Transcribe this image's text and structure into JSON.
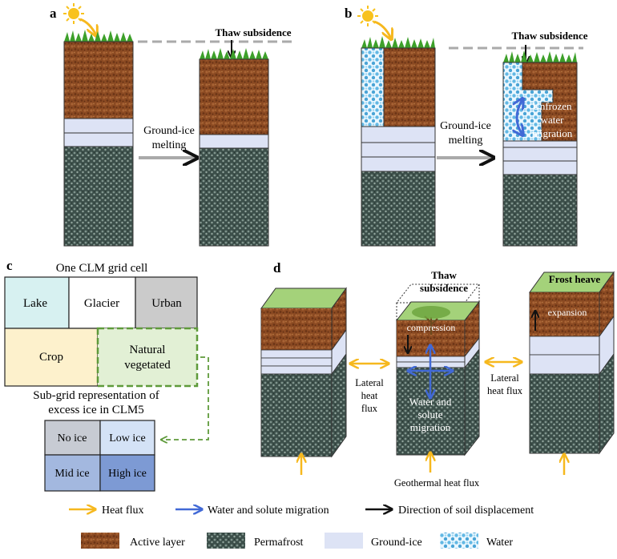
{
  "panels": {
    "a": {
      "letter": "a",
      "thaw_label": "Thaw subsidence",
      "process_line1": "Ground-ice",
      "process_line2": "melting"
    },
    "b": {
      "letter": "b",
      "thaw_label": "Thaw subsidence",
      "process_line1": "Ground-ice",
      "process_line2": "melting",
      "migration_line1": "Unfrozen",
      "migration_line2": "water",
      "migration_line3": "migration"
    },
    "c": {
      "letter": "c",
      "title": "One CLM grid cell",
      "land_units": [
        "Lake",
        "Glacier",
        "Urban",
        "Crop"
      ],
      "natural_line1": "Natural",
      "natural_line2": "vegetated",
      "subgrid_line1": "Sub-grid representation of",
      "subgrid_line2": "excess ice in CLM5",
      "ice_classes": [
        "No ice",
        "Low ice",
        "Mid ice",
        "High ice"
      ]
    },
    "d": {
      "letter": "d",
      "thaw_line1": "Thaw",
      "thaw_line2": "subsidence",
      "compression": "compression",
      "frost_heave": "Frost heave",
      "expansion": "expansion",
      "lateral1_line1": "Lateral",
      "lateral1_line2": "heat",
      "lateral1_line3": "flux",
      "lateral2_line1": "Lateral",
      "lateral2_line2": "heat flux",
      "water_line1": "Water and",
      "water_line2": "solute",
      "water_line3": "migration",
      "geothermal": "Geothermal heat flux"
    }
  },
  "legend": {
    "heat_flux": "Heat flux",
    "water_migration": "Water and solute migration",
    "soil_displacement": "Direction of soil displacement",
    "active_layer": "Active layer",
    "permafrost": "Permafrost",
    "ground_ice": "Ground-ice",
    "water": "Water"
  },
  "colors": {
    "active_layer": "#8b4a22",
    "permafrost": "#3c4f4a",
    "ground_ice": "#dde3f5",
    "water": "#62b8e4",
    "grass": "#3da02a",
    "heat_arrow": "#f6b81e",
    "water_arrow": "#4169d6",
    "lake": "#d7f1f1",
    "urban": "#cbcbcb",
    "crop": "#fdf1cc",
    "natural": "#e2f0d5",
    "natural_border": "#5e9a3a",
    "no_ice": "#c7cbd3",
    "low_ice": "#d4e2f6",
    "mid_ice": "#a3b8df",
    "high_ice": "#7d9ad4"
  }
}
